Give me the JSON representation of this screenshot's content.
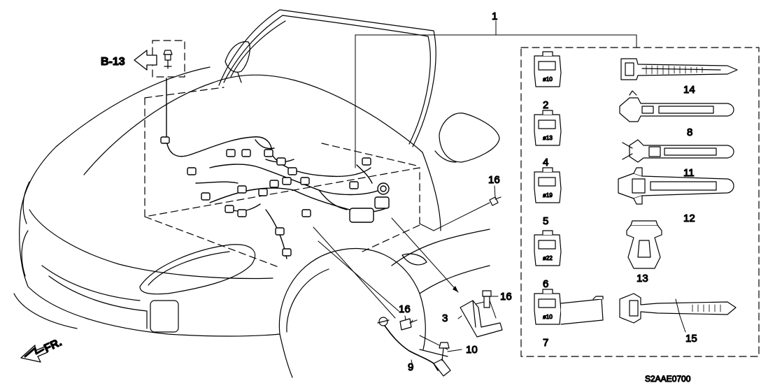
{
  "diagram": {
    "reference": "B-13",
    "front_indicator": "FR.",
    "drawing_code": "S2AAE0700",
    "callouts": {
      "c1": "1",
      "c2": "2",
      "c3": "3",
      "c4": "4",
      "c5": "5",
      "c6": "6",
      "c7": "7",
      "c8": "8",
      "c9": "9",
      "c10": "10",
      "c11": "11",
      "c12": "12",
      "c13": "13",
      "c14": "14",
      "c15": "15",
      "c16a": "16",
      "c16b": "16",
      "c16c": "16"
    },
    "clip_labels": {
      "p2": "ø10",
      "p4": "ø13",
      "p5": "ø19",
      "p6": "ø22",
      "p7": "ø10"
    }
  }
}
